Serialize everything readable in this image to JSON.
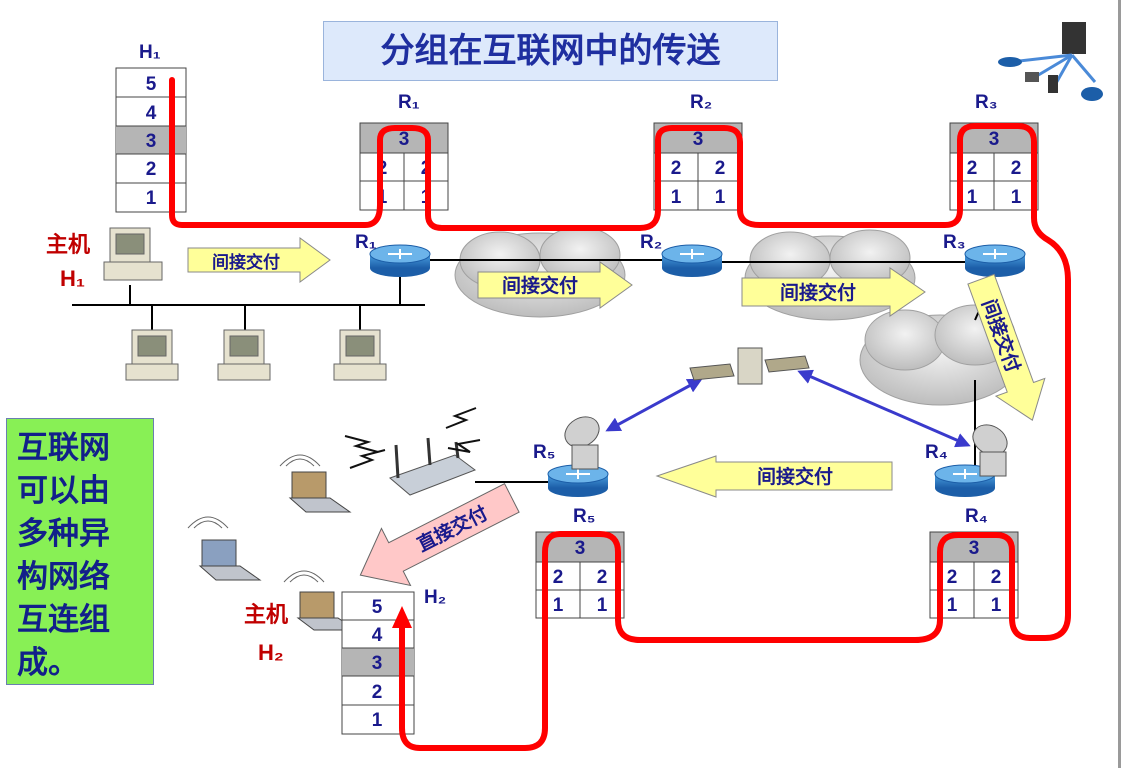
{
  "title": "分组在互联网中的传送",
  "host_h1": {
    "label": "H₁",
    "cn": "主机",
    "side_label": "H₁"
  },
  "host_h2": {
    "label": "H₂",
    "cn": "主机",
    "side_label": "H₂"
  },
  "host_stack_layers": [
    "5",
    "4",
    "3",
    "2",
    "1"
  ],
  "routers": [
    {
      "name": "R₁"
    },
    {
      "name": "R₂"
    },
    {
      "name": "R₃"
    },
    {
      "name": "R₄"
    },
    {
      "name": "R₅"
    }
  ],
  "router_stack": {
    "top": "3",
    "left": [
      "2",
      "1"
    ],
    "right": [
      "2",
      "1"
    ]
  },
  "arrow_labels": {
    "indirect": "间接交付",
    "direct": "直接交付"
  },
  "note_lines": [
    "互联网",
    "可以由",
    "多种异",
    "构网络",
    "互连组",
    "成。"
  ],
  "icons": [
    "server-network-icon",
    "router-icon",
    "satellite-icon",
    "dish-antenna-icon",
    "wireless-ap-icon",
    "laptop-icon",
    "desktop-computer-icon",
    "cloud-icon"
  ],
  "colors": {
    "path": "#ff0000",
    "title_text": "#1f2fa0",
    "label_text": "#1a1a8c",
    "host_label": "#c00000",
    "arrow_fill": "#ffff99",
    "direct_arrow_fill": "#ffc8c8",
    "note_bg": "#88f055",
    "satellite_link": "#3a3acc"
  }
}
